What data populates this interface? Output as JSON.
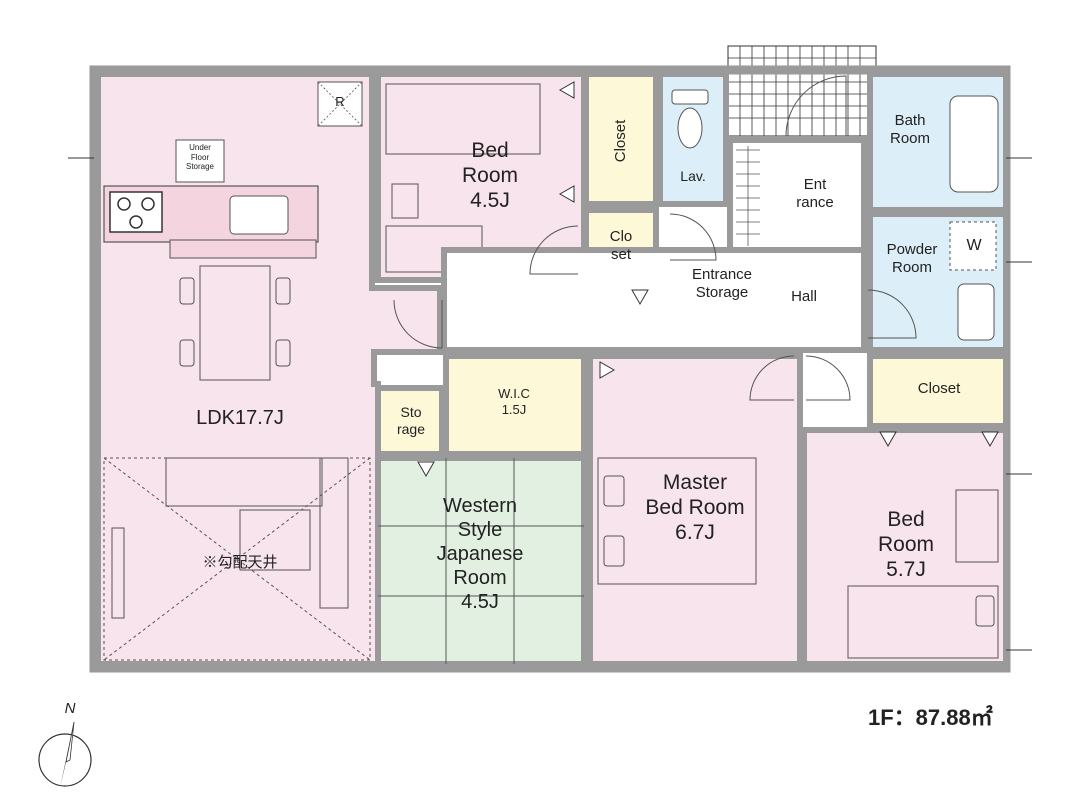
{
  "rooms": {
    "ldk": "LDK17.7J",
    "bed1": "Bed\nRoom\n4.5J",
    "closet1": "Closet",
    "closet2": "Clo\nset",
    "lav": "Lav.",
    "entrance": "Ent\nrance",
    "entrance_storage": "Entrance\nStorage",
    "hall": "Hall",
    "bath": "Bath\nRoom",
    "powder": "Powder\nRoom",
    "washer": "W",
    "closet3": "Closet",
    "storage": "Sto\nrage",
    "wic": "W.I.C\n1.5J",
    "western_japanese": "Western\nStyle\nJapanese\nRoom\n4.5J",
    "master": "Master\nBed Room\n6.7J",
    "bed2": "Bed\nRoom\n5.7J",
    "under_floor": "Under\nFloor\nStorage",
    "refrigerator": "R",
    "ceiling_note": "※勾配天井"
  },
  "floor_area": "1F：87.88㎡",
  "north_label": "N",
  "colors": {
    "pink": "#f8e4ec",
    "yellow": "#fdf8d8",
    "blue": "#dceef8",
    "green": "#e2f0e2",
    "white": "#ffffff",
    "wall": "#9a9a9a"
  }
}
